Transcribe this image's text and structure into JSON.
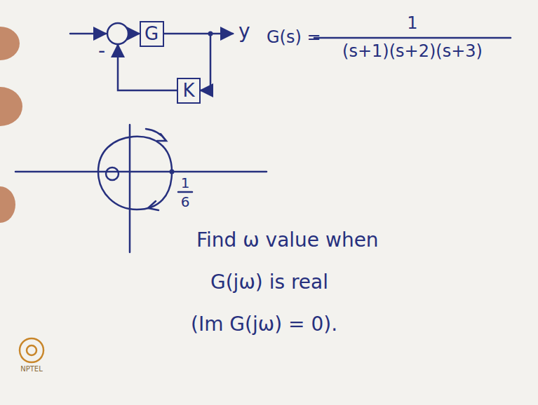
{
  "diagram": {
    "nodes": [
      {
        "text": [
          "G"
        ]
      },
      {
        "text": [
          "K"
        ]
      }
    ],
    "edges": [
      {
        "from": 0,
        "to": 1,
        "arrow": "to"
      },
      {
        "from": 1,
        "to": 0,
        "arrow": "to"
      }
    ],
    "labels": [
      "-",
      "y",
      "G(s) =",
      "1",
      "(s+1)(s+2)(s+3)",
      "1",
      "6",
      "Find ω value when",
      "G(jω) is real",
      "(Im G(jω) = 0).",
      "NPTEL"
    ]
  }
}
